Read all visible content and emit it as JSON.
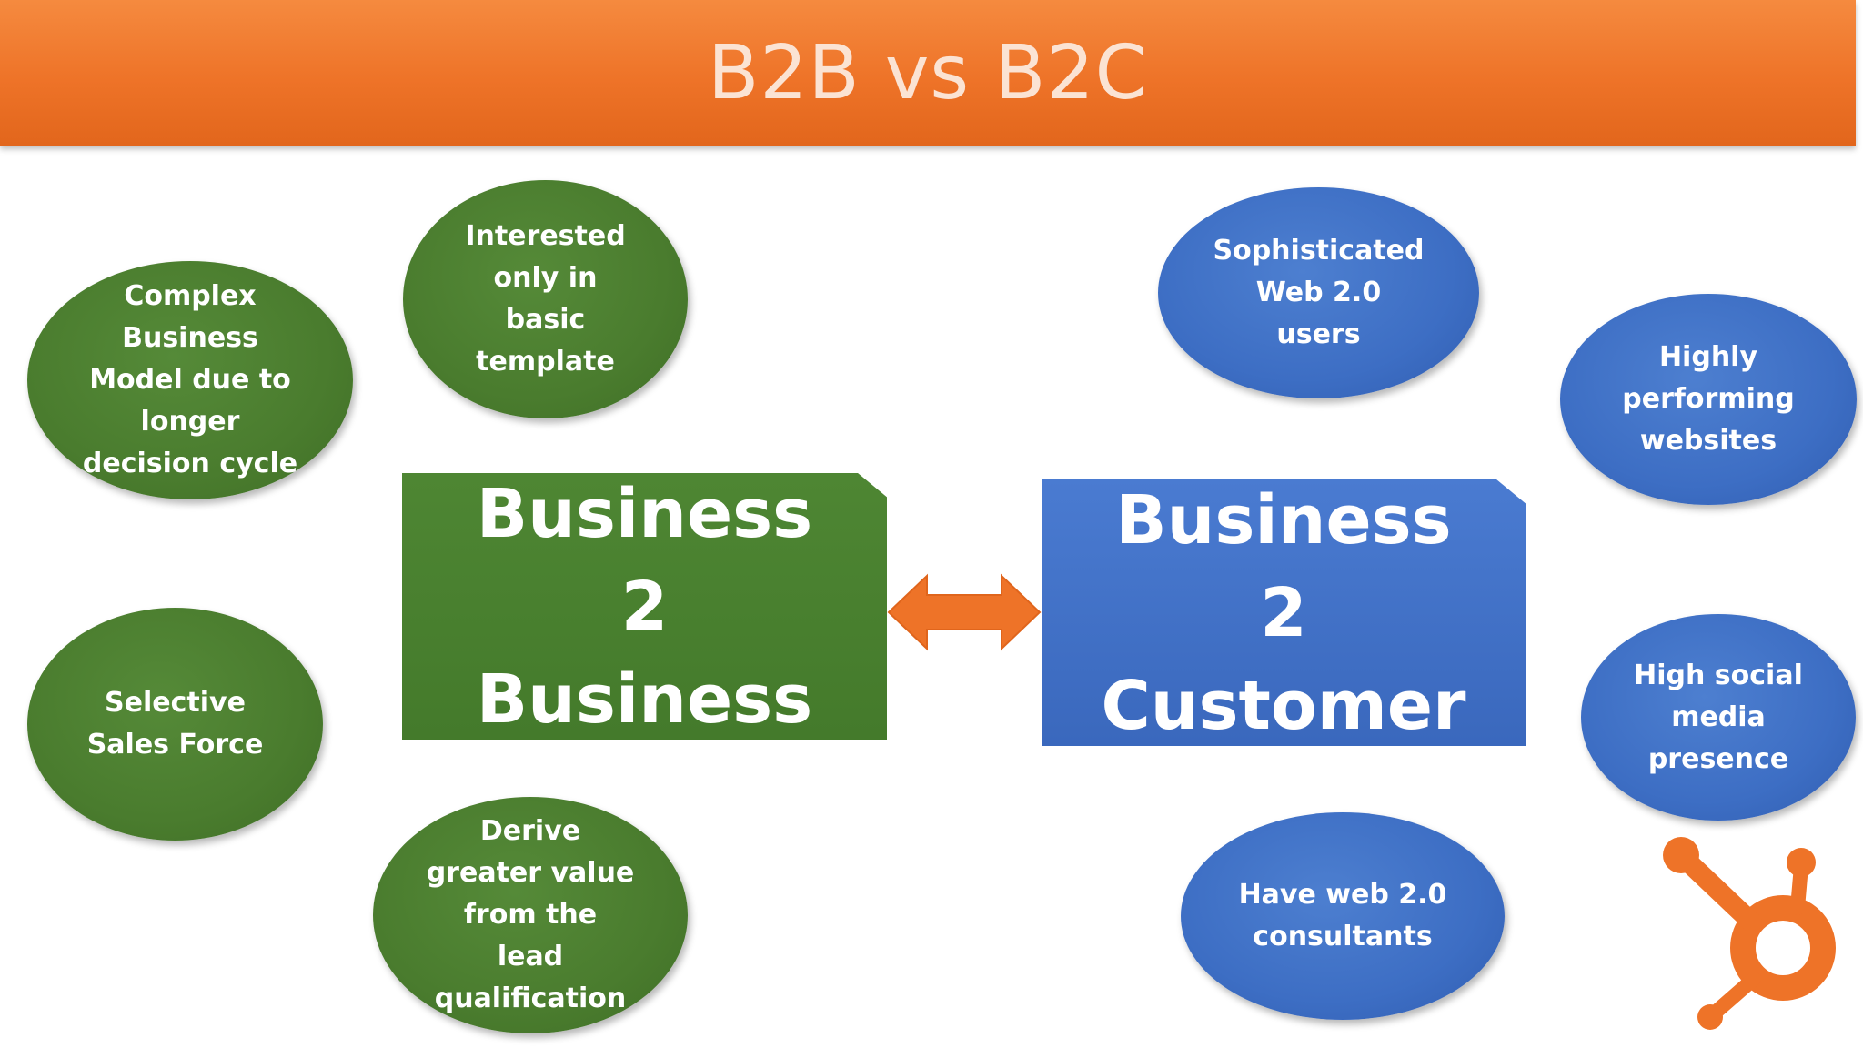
{
  "header": {
    "title": "B2B vs B2C"
  },
  "b2b": {
    "box_lines": [
      "Business",
      "2",
      "Business"
    ],
    "bubbles": [
      "Complex\nBusiness\nModel due to\nlonger\ndecision cycle",
      "Interested\nonly in\nbasic\ntemplate",
      "Selective\nSales Force",
      "Derive\ngreater value\nfrom the\nlead\nqualification"
    ]
  },
  "b2c": {
    "box_lines": [
      "Business",
      "2",
      "Customer"
    ],
    "bubbles": [
      "Sophisticated\nWeb 2.0\nusers",
      "Highly\nperforming\nwebsites",
      "High social\nmedia\npresence",
      "Have web 2.0\nconsultants"
    ]
  },
  "colors": {
    "header": "#ee7328",
    "green": "#4a7c2e",
    "blue": "#3d6ec4",
    "arrow": "#ee7328",
    "logo": "#ee7328"
  },
  "icons": {
    "arrow": "double-arrow-icon",
    "logo": "hubspot-sprocket-icon"
  }
}
